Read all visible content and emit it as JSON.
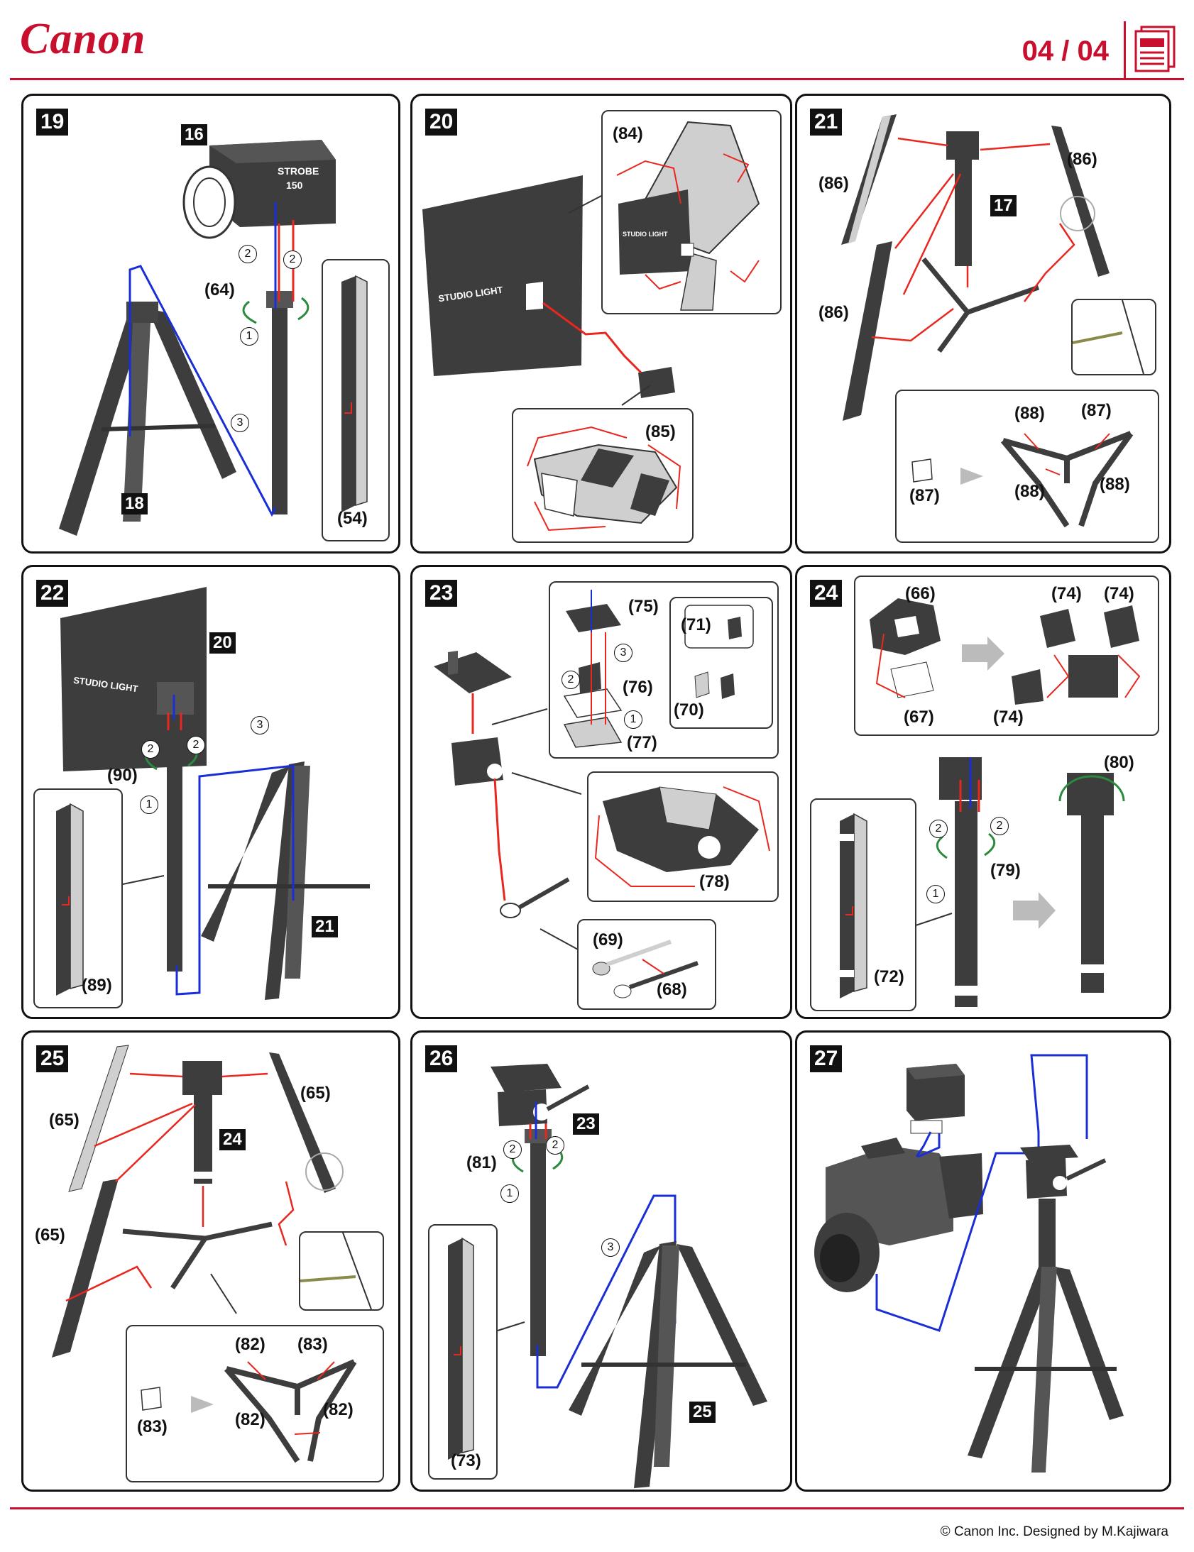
{
  "header": {
    "brand": "Canon",
    "page": "04 / 04"
  },
  "footer": {
    "copyright": "© Canon Inc. Designed by M.Kajiwara"
  },
  "colors": {
    "brand_red": "#c8102e",
    "arrow_red": "#e8271f",
    "arrow_blue": "#1a2ed6",
    "rotate_green": "#2b8a3e",
    "part_dark": "#3d3d3d",
    "part_light": "#cfcfcf"
  },
  "steps": {
    "s19": {
      "num": "19",
      "p16": "16",
      "p18": "18",
      "strobe1": "STROBE",
      "strobe2": "150",
      "l64": "(64)",
      "l54": "(54)",
      "c2a": "2",
      "c2b": "2",
      "c1": "1",
      "c3": "3"
    },
    "s20": {
      "num": "20",
      "l84": "(84)",
      "l85": "(85)",
      "studio": "STUDIO LIGHT",
      "studio_small": "STUDIO LIGHT"
    },
    "s21": {
      "num": "21",
      "p17": "17",
      "l86a": "(86)",
      "l86b": "(86)",
      "l86c": "(86)",
      "l88a": "(88)",
      "l87a": "(87)",
      "l87b": "(87)",
      "l88b": "(88)",
      "l88c": "(88)"
    },
    "s22": {
      "num": "22",
      "p20": "20",
      "p21": "21",
      "studio": "STUDIO LIGHT",
      "l90": "(90)",
      "l89": "(89)",
      "c2a": "2",
      "c2b": "2",
      "c1": "1",
      "c3": "3"
    },
    "s23": {
      "num": "23",
      "l75": "(75)",
      "l71": "(71)",
      "l70": "(70)",
      "l76": "(76)",
      "l77": "(77)",
      "l78": "(78)",
      "l69": "(69)",
      "l68": "(68)",
      "c3": "3",
      "c2": "2",
      "c1": "1"
    },
    "s24": {
      "num": "24",
      "l66": "(66)",
      "l74a": "(74)",
      "l74b": "(74)",
      "l67": "(67)",
      "l74c": "(74)",
      "l80": "(80)",
      "l79": "(79)",
      "l72": "(72)",
      "c2a": "2",
      "c2b": "2",
      "c1": "1"
    },
    "s25": {
      "num": "25",
      "p24": "24",
      "l65a": "(65)",
      "l65b": "(65)",
      "l65c": "(65)",
      "l82a": "(82)",
      "l83a": "(83)",
      "l83b": "(83)",
      "l82b": "(82)",
      "l82c": "(82)"
    },
    "s26": {
      "num": "26",
      "p23": "23",
      "p25": "25",
      "l81": "(81)",
      "l73": "(73)",
      "c2a": "2",
      "c2b": "2",
      "c1": "1",
      "c3": "3"
    },
    "s27": {
      "num": "27"
    }
  }
}
